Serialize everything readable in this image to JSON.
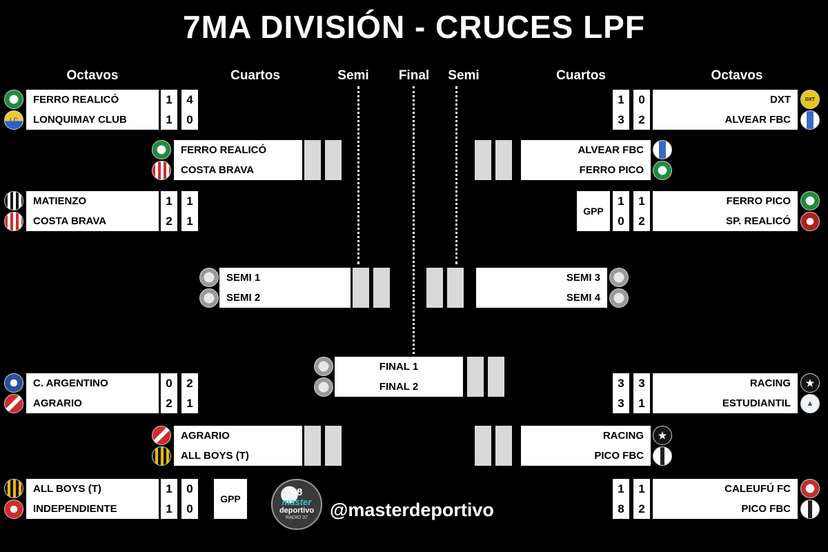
{
  "title": "7MA DIVISIÓN - CRUCES LPF",
  "headers": [
    "Octavos",
    "Cuartos",
    "Semi",
    "Final",
    "Semi",
    "Cuartos",
    "Octavos"
  ],
  "colors": {
    "background": "#000000",
    "box": "#ffffff",
    "empty_slot": "#d9d9d9",
    "box_text": "#000000",
    "title_text": "#ffffff"
  },
  "bracket": {
    "lo1": {
      "teams": [
        "FERRO REALICÓ",
        "LONQUIMAY CLUB"
      ],
      "leg1": [
        "1",
        "1"
      ],
      "leg2": [
        "4",
        "0"
      ]
    },
    "lc1": {
      "teams": [
        "FERRO REALICÓ",
        "COSTA BRAVA"
      ]
    },
    "lo2": {
      "teams": [
        "MATIENZO",
        "COSTA BRAVA"
      ],
      "leg1": [
        "1",
        "2"
      ],
      "leg2": [
        "1",
        "1"
      ]
    },
    "semi_left": {
      "teams": [
        "SEMI 1",
        "SEMI 2"
      ]
    },
    "final": {
      "teams": [
        "FINAL 1",
        "FINAL 2"
      ]
    },
    "semi_right": {
      "teams": [
        "SEMI 3",
        "SEMI 4"
      ]
    },
    "lo3": {
      "teams": [
        "C. ARGENTINO",
        "AGRARIO"
      ],
      "leg1": [
        "0",
        "2"
      ],
      "leg2": [
        "2",
        "1"
      ]
    },
    "lc2": {
      "teams": [
        "AGRARIO",
        "ALL BOYS (T)"
      ]
    },
    "lo4": {
      "teams": [
        "ALL BOYS (T)",
        "INDEPENDIENTE"
      ],
      "leg1": [
        "1",
        "1"
      ],
      "leg2": [
        "0",
        "0"
      ],
      "gpp": "GPP"
    },
    "ro1": {
      "teams": [
        "DXT",
        "ALVEAR FBC"
      ],
      "leg1": [
        "1",
        "3"
      ],
      "leg2": [
        "0",
        "2"
      ]
    },
    "rc1": {
      "teams": [
        "ALVEAR FBC",
        "FERRO PICO"
      ]
    },
    "ro2": {
      "teams": [
        "FERRO PICO",
        "SP. REALICÓ"
      ],
      "gpp": "GPP",
      "leg1": [
        "1",
        "0"
      ],
      "leg2": [
        "1",
        "2"
      ]
    },
    "ro3": {
      "teams": [
        "RACING",
        "ESTUDIANTIL"
      ],
      "leg1": [
        "3",
        "3"
      ],
      "leg2": [
        "3",
        "1"
      ]
    },
    "rc2": {
      "teams": [
        "RACING",
        "PICO FBC"
      ]
    },
    "ro4": {
      "teams": [
        "CALEUFÚ FC",
        "PICO FBC"
      ],
      "leg1": [
        "1",
        "8"
      ],
      "leg2": [
        "1",
        "2"
      ]
    }
  },
  "badges": {
    "ferro_realico": "radial-gradient(circle, #ffffff 0 34%, #1f8a3d 35%)",
    "lonquimay": "linear-gradient(180deg, #f0c930 55%, #2a5fd0 55%)",
    "matienzo": "repeating-linear-gradient(90deg, #151515 0 4px, #ffffff 4px 8px)",
    "costa_brava": "repeating-linear-gradient(90deg, #d22b2b 0 4px, #ffffff 4px 8px)",
    "c_argentino": "radial-gradient(circle, #ffffff 0 28%, #2b4f9e 29%)",
    "agrario": "linear-gradient(135deg, #d22b2b 42%, #ffffff 42% 58%, #d22b2b 58%)",
    "all_boys": "repeating-linear-gradient(90deg, #111111 0 4px, #e7b80e 4px 8px)",
    "independiente": "radial-gradient(circle, #ffffff 0 28%, #d22b2b 29%)",
    "dxt": "#e8c61e",
    "alvear": "linear-gradient(90deg, #ffffff 0 30%, #3a6bc4 30% 70%, #ffffff 70%)",
    "ferro_pico": "radial-gradient(circle, #ffffff 0 34%, #1f8a3d 35%)",
    "sp_realico": "radial-gradient(circle, #ffffff 0 28%, #b02020 29%)",
    "racing": "#141414",
    "estudiantil": "#f2f2f2",
    "pico_fbc": "linear-gradient(90deg, #ffffff 0 38%, #222222 38% 62%, #ffffff 62%)",
    "caleufu": "radial-gradient(circle, #ffffff 0 34%, #c03030 35%)",
    "placeholder": "radial-gradient(circle, #e8e8e8 0 40%, #9a9a9a 41%)"
  },
  "badge_glyphs": {
    "dxt": "DXT",
    "racing": "★",
    "estudiantil": "▲",
    "lonquimay": "LC"
  },
  "footer": {
    "handle": "@masterdeportivo",
    "logo": {
      "frequency": "98",
      "line1": "master",
      "line2": "deportivo",
      "line3": "RADIO 37"
    }
  }
}
